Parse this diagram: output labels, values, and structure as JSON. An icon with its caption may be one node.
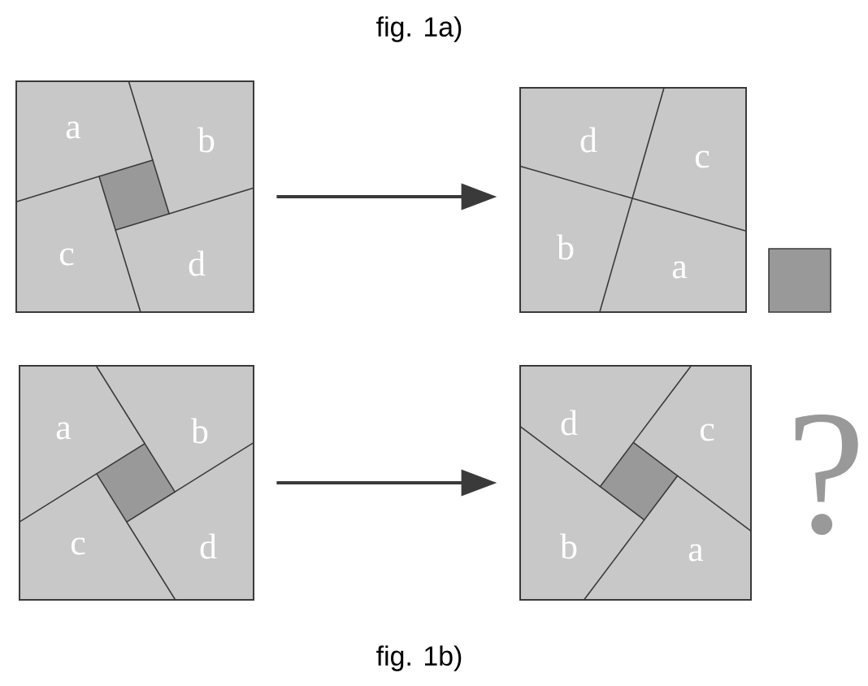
{
  "diagram": {
    "nodes": [
      {
        "text": [],
        "shape": "picture"
      },
      {
        "text": [],
        "shape": "picture"
      },
      {
        "text": [],
        "shape": "box"
      },
      {
        "text": [],
        "shape": "picture"
      },
      {
        "text": [],
        "shape": "picture"
      }
    ],
    "edges": [
      {
        "from": 0,
        "to": 1,
        "arrow": "to"
      },
      {
        "from": 3,
        "to": 4,
        "arrow": "to"
      }
    ],
    "labels": [
      "fig. 1a)",
      "a",
      "b",
      "c",
      "d",
      "d",
      "c",
      "b",
      "a",
      "a",
      "b",
      "c",
      "d",
      "d",
      "c",
      "b",
      "a",
      "?",
      "fig. 1b)"
    ]
  }
}
